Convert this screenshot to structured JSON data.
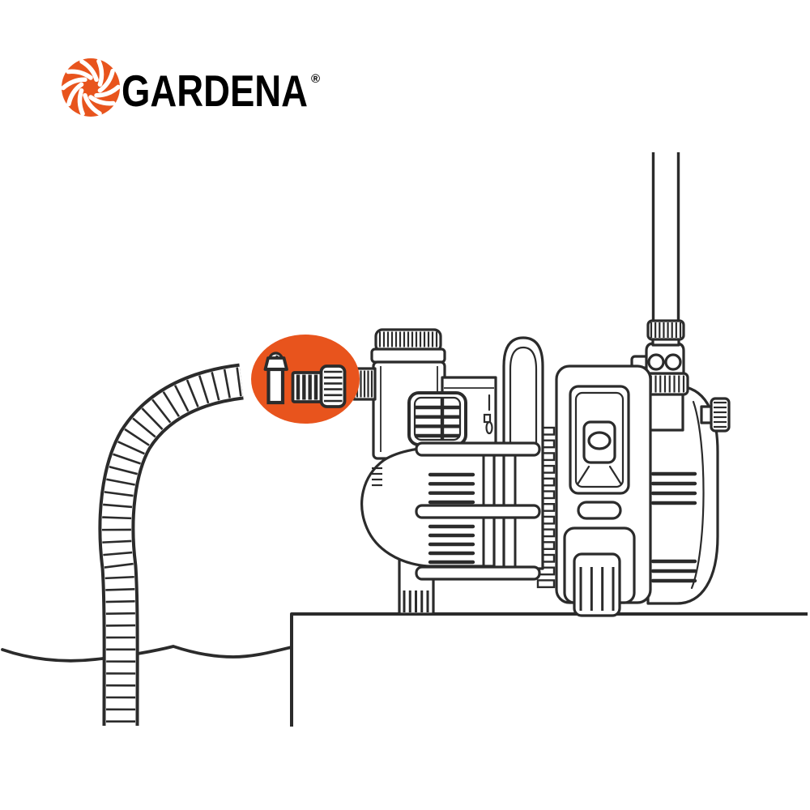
{
  "logo": {
    "brand": "GARDENA",
    "registered": "®",
    "icon": "gardena-sun-flower-icon"
  },
  "colors": {
    "accent_orange": "#E8541D",
    "line": "#2B2B2B",
    "background": "#FFFFFF"
  },
  "illustration": {
    "type": "black-and-white product line drawing",
    "subject": "Garden pump standing on a ledge drawing water from below through a corrugated suction hose; a delivery hose leads upward from the pump outlet",
    "callout": {
      "shape": "orange-ellipse-highlight",
      "parts": [
        "check-valve-insert-with-phillips-screw",
        "threaded-adapter-with-knurled-union-nut"
      ]
    },
    "elements": [
      "corrugated-suction-hose",
      "water-surface",
      "ledge-platform",
      "pre-filter-chamber-with-knurled-cap",
      "threaded-suction-inlet",
      "intake-grate",
      "pump-housing-with-vent-slats",
      "carry-handle",
      "frame-rails",
      "heat-sink-rib-column",
      "motor-body-with-control-panel",
      "control-button",
      "vent-slot",
      "rear-housing-with-cooling-fins",
      "drain-knob",
      "outlet-tap-connector-with-union-nuts",
      "delivery-hose",
      "pump-feet"
    ]
  }
}
